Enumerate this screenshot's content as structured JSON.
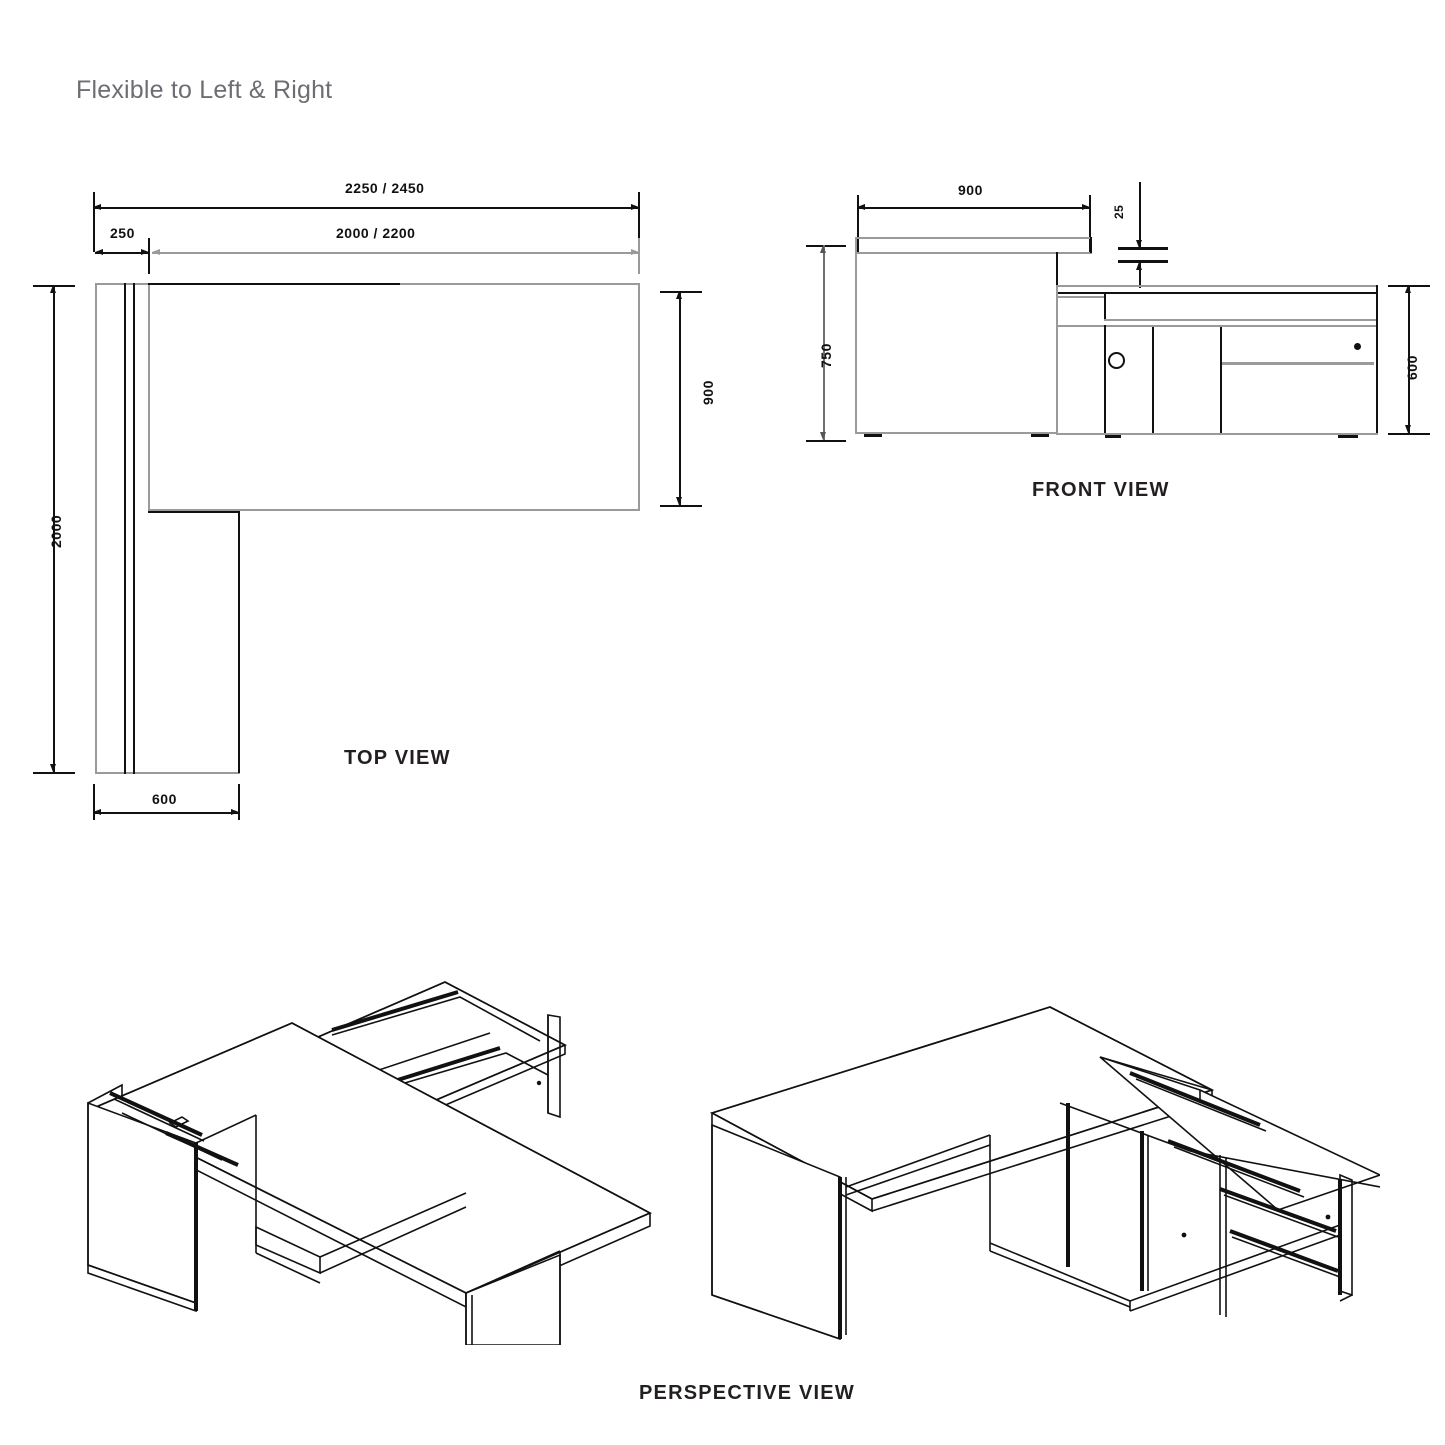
{
  "heading": "Flexible to Left & Right",
  "views": {
    "top": {
      "label": "TOP VIEW"
    },
    "front": {
      "label": "FRONT VIEW"
    },
    "perspective": {
      "label": "PERSPECTIVE VIEW"
    }
  },
  "dimensions": {
    "top_overall_width": "2250 / 2450",
    "top_return_width": "250",
    "top_desk_width": "2000 / 2200",
    "top_desk_depth": "900",
    "top_overall_depth": "2000",
    "top_side_depth": "600",
    "front_desk_depth": "900",
    "front_top_thickness": "25",
    "front_height": "750",
    "front_cabinet_height": "600"
  },
  "colors": {
    "heading": "#6d6e73",
    "line_dark": "#111111",
    "line_gray": "#9a9a9a",
    "paper": "#ffffff"
  },
  "icons": {
    "knob": "cabinet-knob-icon",
    "lock": "drawer-lock-icon"
  }
}
